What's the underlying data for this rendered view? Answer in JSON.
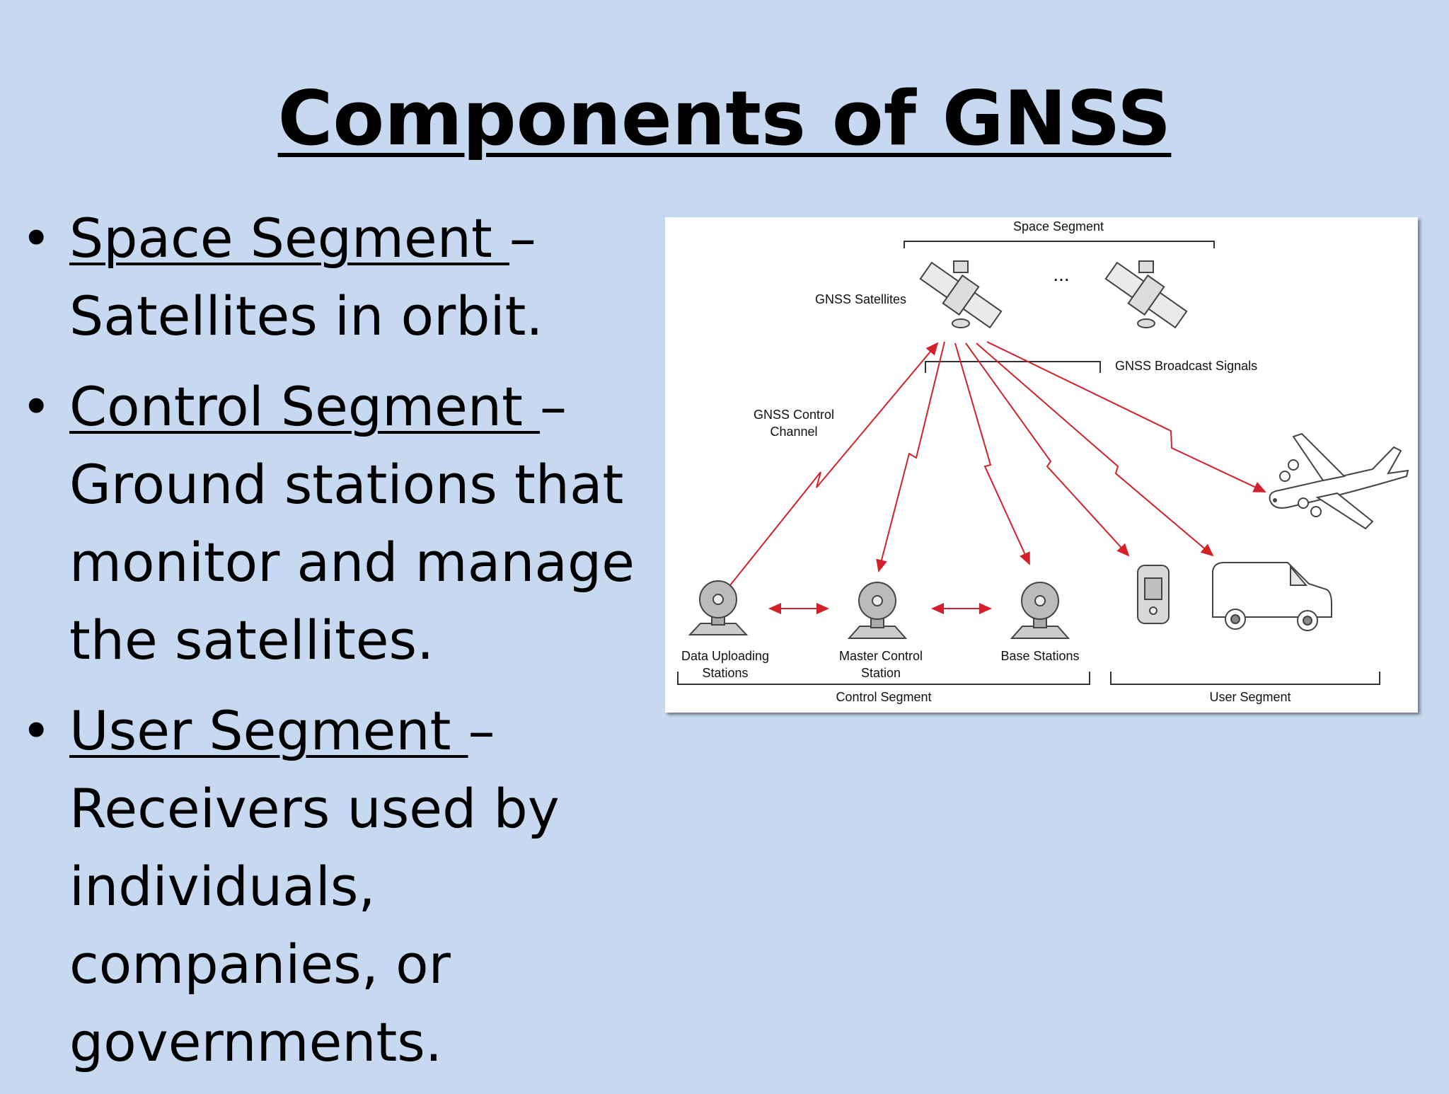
{
  "slide": {
    "title": "Components of GNSS",
    "bullets": [
      {
        "term": "Space Segment ",
        "sep": "–",
        "text": "Satellites in orbit."
      },
      {
        "term": "Control Segment ",
        "sep": "–",
        "text": "Ground stations that monitor and manage the satellites."
      },
      {
        "term": "User Segment ",
        "sep": "–",
        "text": "Receivers used by individuals, companies, or governments."
      }
    ]
  },
  "diagram": {
    "space_segment": "Space Segment",
    "gnss_satellites": "GNSS Satellites",
    "ellipsis": "...",
    "broadcast_signals": "GNSS Broadcast Signals",
    "control_channel_1": "GNSS Control",
    "control_channel_2": "Channel",
    "data_uploading_1": "Data Uploading",
    "data_uploading_2": "Stations",
    "master_control_1": "Master Control",
    "master_control_2": "Station",
    "base_stations": "Base Stations",
    "control_segment": "Control Segment",
    "user_segment": "User Segment",
    "signal_color": "#d4202a"
  }
}
